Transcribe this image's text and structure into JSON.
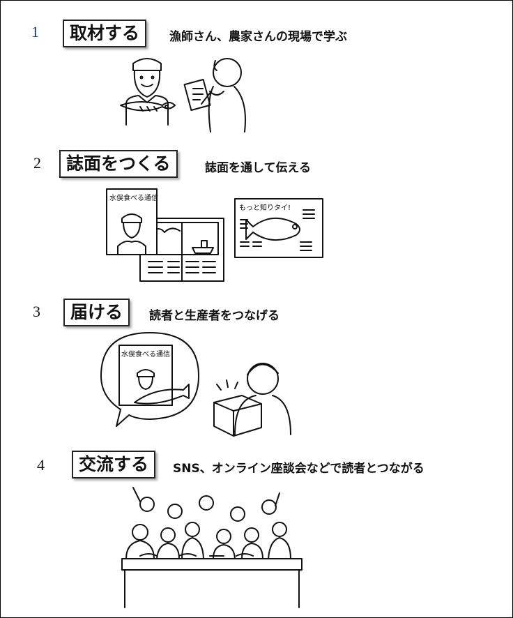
{
  "sections": [
    {
      "number": "1",
      "title": "取材する",
      "subtitle": "漁師さん、農家さんの現場で学ぶ"
    },
    {
      "number": "2",
      "title": "誌面をつくる",
      "subtitle": "誌面を通して伝える",
      "illustration_text": [
        "水俣食べる通信",
        "もっと知りタイ!"
      ]
    },
    {
      "number": "3",
      "title": "届ける",
      "subtitle": "読者と生産者をつなげる",
      "illustration_text": [
        "水俣食べる通信"
      ]
    },
    {
      "number": "4",
      "title": "交流する",
      "subtitle": "SNS、オンライン座談会などで読者とつながる"
    }
  ]
}
